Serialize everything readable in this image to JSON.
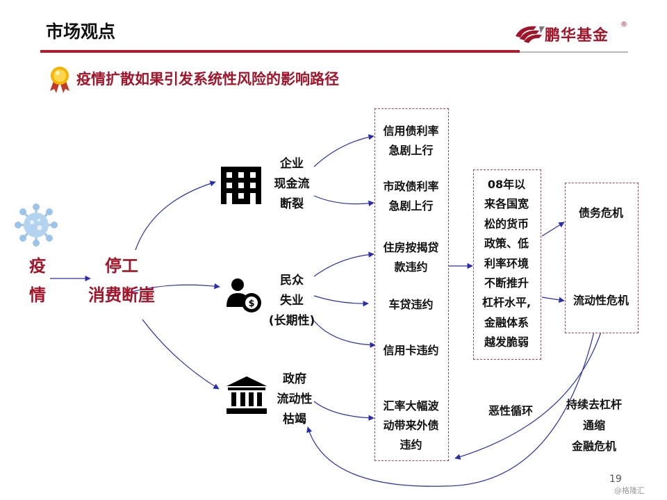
{
  "header": {
    "title": "市场观点",
    "brand": "鹏华基金",
    "registered": "®"
  },
  "subtitle": "疫情扩散如果引发系统性风险的影响路径",
  "nodes": {
    "epidemic": [
      "疫",
      "情"
    ],
    "shutdown": [
      "停工",
      "消费断崖"
    ],
    "enterprise": [
      "企业",
      "现金流",
      "断裂"
    ],
    "people": [
      "民众",
      "失业",
      "(长期性)"
    ],
    "government": [
      "政府",
      "流动性",
      "枯竭"
    ]
  },
  "defaults_box": {
    "items": [
      [
        "信用债利率",
        "急剧上行"
      ],
      [
        "市政债利率",
        "急剧上行"
      ],
      [
        "住房按揭贷",
        "款违约"
      ],
      [
        "车贷违约"
      ],
      [
        "信用卡违约"
      ],
      [
        "汇率大幅波",
        "动带来外债",
        "违约"
      ]
    ]
  },
  "leverage_box": [
    "08年以",
    "来各国宽",
    "松的货币",
    "政策、低",
    "利率环境",
    "不断推升",
    "杠杆水平,",
    "金融体系",
    "越发脆弱"
  ],
  "crisis_box": [
    "债务危机",
    "流动性危机"
  ],
  "loop_label": "恶性循环",
  "outcome": [
    "持续去杠杆",
    "通缩",
    "金融危机"
  ],
  "page_number": "19",
  "watermark": "@格隆汇",
  "colors": {
    "brand_red": "#a0152a",
    "arrow_blue": "#2a2ea8",
    "icon_blue": "#9dc3e6"
  },
  "icons": {
    "virus": "virus-icon",
    "building": "building-icon",
    "person_money": "person-money-icon",
    "government": "government-building-icon",
    "medal": "medal-icon"
  }
}
